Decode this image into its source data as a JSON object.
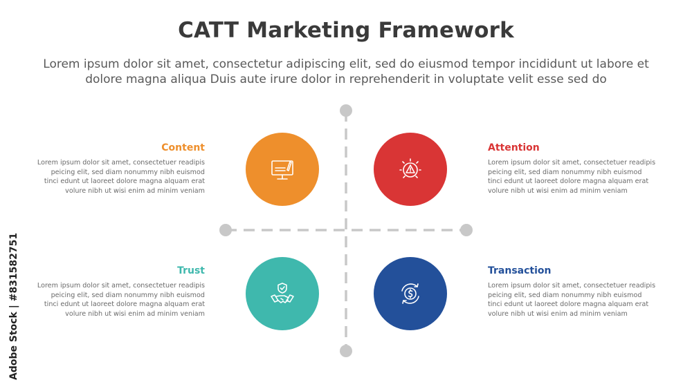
{
  "title": "CATT Marketing Framework",
  "subtitle": "Lorem ipsum dolor sit amet, consectetur adipiscing elit, sed do eiusmod tempor incididunt ut labore et dolore magna aliqua Duis aute irure dolor in reprehenderit in voluptate velit esse sed do",
  "quadrants": [
    {
      "label": "Content",
      "color": "#EE8F2C",
      "icon": "computer-edit-icon",
      "text": "Lorem ipsum dolor sit amet, consectetuer readipis peicing elit, sed diam nonummy nibh euismod tinci edunt ut laoreet dolore magna alquam erat volure nibh ut wisi enim ad minim veniam"
    },
    {
      "label": "Attention",
      "color": "#D93535",
      "icon": "alert-icon",
      "text": "Lorem ipsum dolor sit amet, consectetuer readipis peicing elit, sed diam nonummy nibh euismod tinci edunt ut laoreet dolore magna alquam erat volure nibh ut wisi enim ad minim veniam"
    },
    {
      "label": "Trust",
      "color": "#3FB8AD",
      "icon": "handshake-shield-icon",
      "text": "Lorem ipsum dolor sit amet, consectetuer readipis peicing elit, sed diam nonummy nibh euismod tinci edunt ut laoreet dolore magna alquam erat volure nibh ut wisi enim ad minim veniam"
    },
    {
      "label": "Transaction",
      "color": "#23509A",
      "icon": "dollar-cycle-icon",
      "text": "Lorem ipsum dolor sit amet, consectetuer readipis peicing elit, sed diam nonummy nibh euismod tinci edunt ut laoreet dolore magna alquam erat volure nibh ut wisi enim ad minim veniam"
    }
  ],
  "axis_color": "#C8C8C8",
  "watermark": "Adobe Stock | #831582751"
}
